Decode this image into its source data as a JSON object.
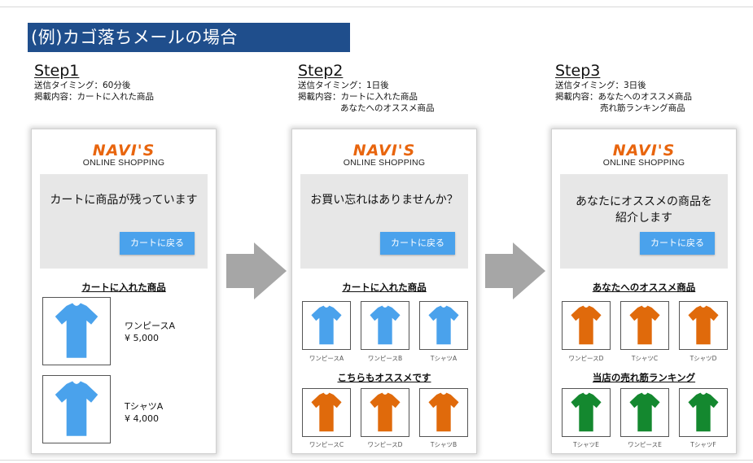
{
  "banner": {
    "title": "(例)カゴ落ちメールの場合"
  },
  "colors": {
    "banner": "#1f4e8c",
    "button": "#4aa2ec",
    "logo": "#e8650e",
    "blue_shirt": "#4aa2ec",
    "orange_shirt": "#e06a0b",
    "green_shirt": "#14882f",
    "arrow": "#a6a6a6"
  },
  "brand": {
    "logo": "NAVI'S",
    "sub": "ONLINE SHOPPING"
  },
  "steps": [
    {
      "title": "Step1",
      "timing": "送信タイミング：60分後",
      "content_line1": "掲載内容：カートに入れた商品",
      "content_line2": "",
      "message": "カートに商品が残っています",
      "button": "カートに戻る",
      "section1": "カートに入れた商品",
      "items": [
        {
          "name": "ワンピースA",
          "price": "¥ 5,000",
          "icon": "blue-shirt-icon"
        },
        {
          "name": "TシャツA",
          "price": "¥ 4,000",
          "icon": "blue-shirt-icon"
        }
      ]
    },
    {
      "title": "Step2",
      "timing": "送信タイミング：1日後",
      "content_line1": "掲載内容：カートに入れた商品",
      "content_line2": "あなたへのオススメ商品",
      "message": "お買い忘れはありませんか？",
      "button": "カートに戻る",
      "section1": "カートに入れた商品",
      "row1": [
        "ワンピースA",
        "ワンピースB",
        "TシャツA"
      ],
      "section2": "こちらもオススメです",
      "row2": [
        "ワンピースC",
        "ワンピースD",
        "TシャツB"
      ]
    },
    {
      "title": "Step3",
      "timing": "送信タイミング：3日後",
      "content_line1": "掲載内容：あなたへのオススメ商品",
      "content_line2": "売れ筋ランキング商品",
      "message": "あなたにオススメの商品を\n紹介します",
      "button": "カートに戻る",
      "section1": "あなたへのオススメ商品",
      "row1": [
        "ワンピースD",
        "TシャツC",
        "TシャツD"
      ],
      "section2": "当店の売れ筋ランキング",
      "row2": [
        "TシャツE",
        "ワンピースE",
        "TシャツF"
      ]
    }
  ]
}
